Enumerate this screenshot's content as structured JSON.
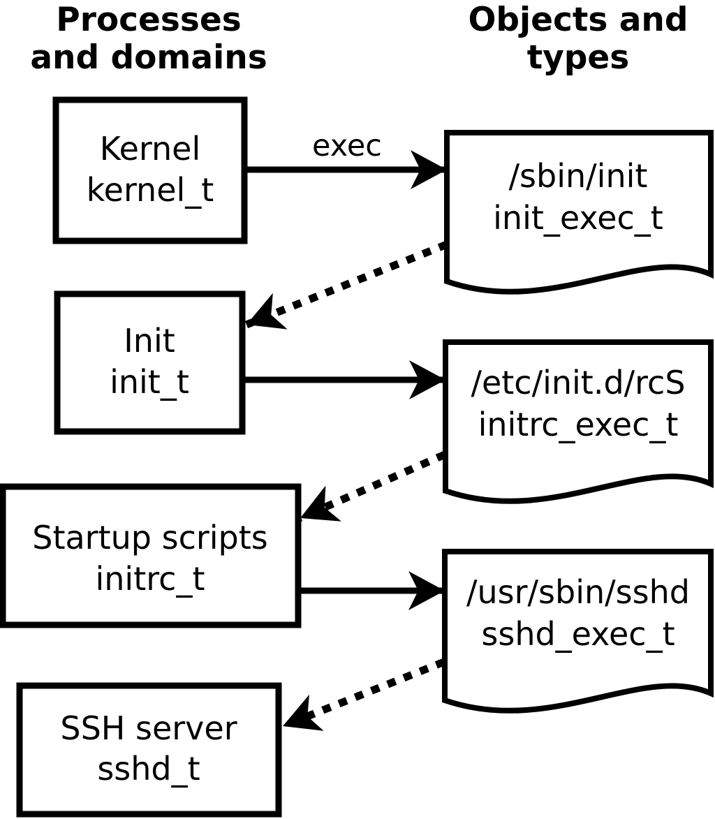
{
  "diagram": {
    "columns": {
      "left_title_line1": "Processes",
      "left_title_line2": "and domains",
      "right_title_line1": "Objects and",
      "right_title_line2": "types"
    },
    "edge_label_exec": "exec",
    "process_nodes": [
      {
        "name": "Kernel",
        "type": "kernel_t"
      },
      {
        "name": "Init",
        "type": "init_t"
      },
      {
        "name": "Startup scripts",
        "type": "initrc_t"
      },
      {
        "name": "SSH server",
        "type": "sshd_t"
      }
    ],
    "object_nodes": [
      {
        "path": "/sbin/init",
        "type": "init_exec_t"
      },
      {
        "path": "/etc/init.d/rcS",
        "type": "initrc_exec_t"
      },
      {
        "path": "/usr/sbin/sshd",
        "type": "sshd_exec_t"
      }
    ],
    "colors": {
      "foreground": "#000000",
      "background": "#ffffff"
    }
  }
}
